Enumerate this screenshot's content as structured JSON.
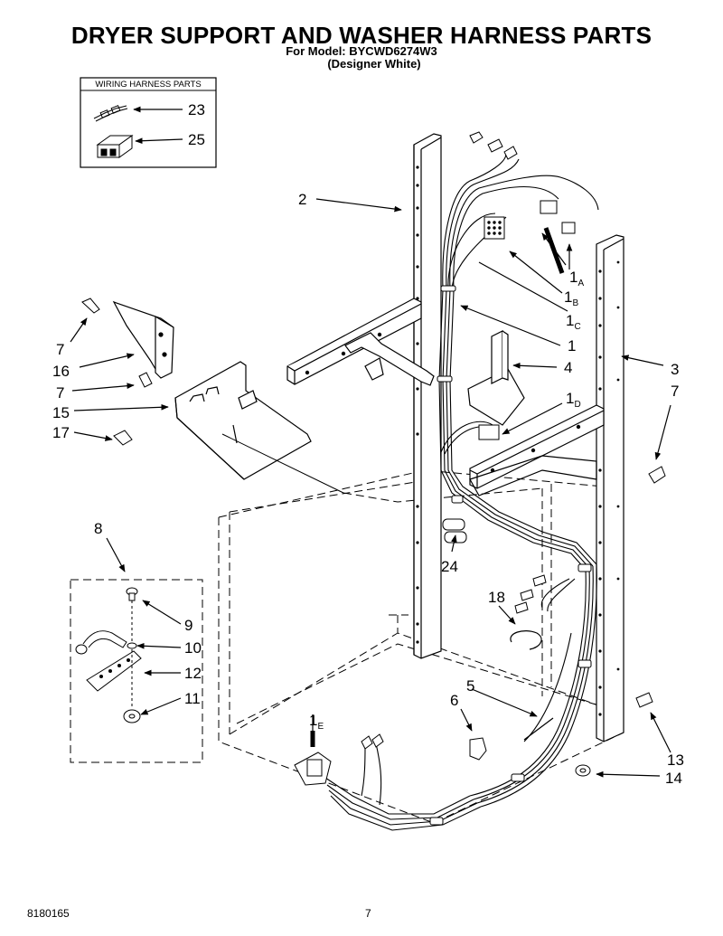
{
  "header": {
    "title": "DRYER SUPPORT AND WASHER HARNESS PARTS",
    "model_line": "For Model: BYCWD6274W3",
    "variant_line": "(Designer White)"
  },
  "inset": {
    "heading": "WIRING HARNESS PARTS",
    "callouts": [
      "23",
      "25"
    ]
  },
  "callouts": {
    "c1": "1",
    "c1a": "1",
    "c1a_sub": "A",
    "c1b": "1",
    "c1b_sub": "B",
    "c1c": "1",
    "c1c_sub": "C",
    "c1d": "1",
    "c1d_sub": "D",
    "c1e": "1",
    "c1e_sub": "E",
    "c2": "2",
    "c3": "3",
    "c4": "4",
    "c5": "5",
    "c6": "6",
    "c7a": "7",
    "c7b": "7",
    "c7c": "7",
    "c8": "8",
    "c9": "9",
    "c10": "10",
    "c11": "11",
    "c12": "12",
    "c13": "13",
    "c14": "14",
    "c15": "15",
    "c16": "16",
    "c17": "17",
    "c18": "18",
    "c24": "24"
  },
  "footer": {
    "part_number": "8180165",
    "page_number": "7"
  }
}
